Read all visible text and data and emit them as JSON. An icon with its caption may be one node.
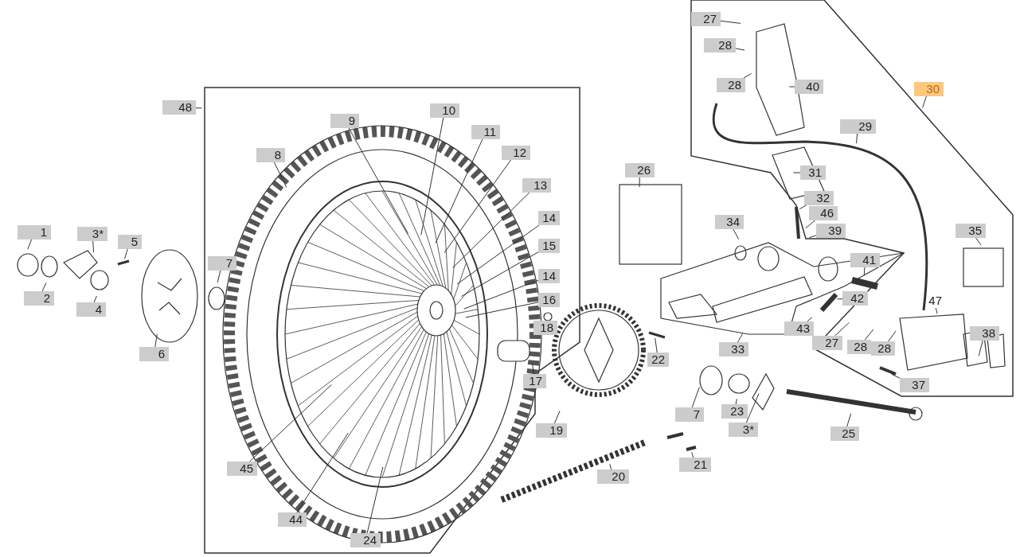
{
  "diagram": {
    "nodes": [
      {
        "text": [
          "27"
        ]
      },
      {
        "text": [
          "28"
        ]
      },
      {
        "text": [
          "28"
        ]
      },
      {
        "text": [
          "40"
        ]
      },
      {
        "text": [
          "30"
        ]
      },
      {
        "text": [
          "48"
        ]
      },
      {
        "text": [
          "10"
        ]
      },
      {
        "text": [
          "9"
        ]
      },
      {
        "text": [
          "29"
        ]
      },
      {
        "text": [
          "11"
        ]
      },
      {
        "text": [
          "12"
        ]
      },
      {
        "text": [
          "8"
        ]
      },
      {
        "text": [
          "26"
        ]
      },
      {
        "text": [
          "31"
        ]
      },
      {
        "text": [
          "13"
        ]
      },
      {
        "text": [
          "32"
        ]
      },
      {
        "text": [
          "46"
        ]
      },
      {
        "text": [
          "14"
        ]
      },
      {
        "text": [
          "34"
        ]
      },
      {
        "text": [
          "39"
        ]
      },
      {
        "text": [
          "35"
        ]
      },
      {
        "text": [
          "1"
        ]
      },
      {
        "text": [
          "3*"
        ]
      },
      {
        "text": [
          "5"
        ]
      },
      {
        "text": [
          "15"
        ]
      },
      {
        "text": [
          "41"
        ]
      },
      {
        "text": [
          "7"
        ]
      },
      {
        "text": [
          "14"
        ]
      },
      {
        "text": [
          "42"
        ]
      },
      {
        "text": [
          "2"
        ]
      },
      {
        "text": [
          "16"
        ]
      },
      {
        "text": [
          "47"
        ]
      },
      {
        "text": [
          "4"
        ]
      },
      {
        "text": [
          "43"
        ]
      },
      {
        "text": [
          "38"
        ]
      },
      {
        "text": [
          "27"
        ]
      },
      {
        "text": [
          "28"
        ]
      },
      {
        "text": [
          "28"
        ]
      },
      {
        "text": [
          "33"
        ]
      },
      {
        "text": [
          "6"
        ]
      },
      {
        "text": [
          "22"
        ]
      },
      {
        "text": [
          "17"
        ]
      },
      {
        "text": [
          "37"
        ]
      },
      {
        "text": [
          "7"
        ]
      },
      {
        "text": [
          "23"
        ]
      },
      {
        "text": [
          "3*"
        ]
      },
      {
        "text": [
          "19"
        ]
      },
      {
        "text": [
          "25"
        ]
      },
      {
        "text": [
          "21"
        ]
      },
      {
        "text": [
          "45"
        ]
      },
      {
        "text": [
          "20"
        ]
      },
      {
        "text": [
          "44"
        ]
      },
      {
        "text": [
          "24"
        ]
      },
      {
        "text": [
          "18"
        ]
      }
    ],
    "edges": [
      {
        "from": 0,
        "to": null,
        "arrow": "none"
      },
      {
        "from": 1,
        "to": null,
        "arrow": "none"
      },
      {
        "from": 2,
        "to": null,
        "arrow": "none"
      },
      {
        "from": 3,
        "to": null,
        "arrow": "none"
      },
      {
        "from": 4,
        "to": null,
        "arrow": "none"
      },
      {
        "from": 5,
        "to": null,
        "arrow": "none"
      },
      {
        "from": 6,
        "to": null,
        "arrow": "none"
      },
      {
        "from": 7,
        "to": null,
        "arrow": "none"
      },
      {
        "from": 8,
        "to": null,
        "arrow": "none"
      },
      {
        "from": 9,
        "to": null,
        "arrow": "none"
      },
      {
        "from": 10,
        "to": null,
        "arrow": "none"
      },
      {
        "from": 11,
        "to": null,
        "arrow": "none"
      },
      {
        "from": 12,
        "to": null,
        "arrow": "none"
      },
      {
        "from": 13,
        "to": null,
        "arrow": "none"
      },
      {
        "from": 14,
        "to": null,
        "arrow": "none"
      },
      {
        "from": 15,
        "to": null,
        "arrow": "none"
      },
      {
        "from": 16,
        "to": null,
        "arrow": "none"
      },
      {
        "from": 17,
        "to": null,
        "arrow": "none"
      },
      {
        "from": 18,
        "to": null,
        "arrow": "none"
      },
      {
        "from": 19,
        "to": null,
        "arrow": "none"
      },
      {
        "from": 20,
        "to": null,
        "arrow": "none"
      },
      {
        "from": 21,
        "to": null,
        "arrow": "none"
      },
      {
        "from": 22,
        "to": null,
        "arrow": "none"
      },
      {
        "from": 23,
        "to": null,
        "arrow": "none"
      },
      {
        "from": 24,
        "to": null,
        "arrow": "none"
      },
      {
        "from": 25,
        "to": null,
        "arrow": "none"
      },
      {
        "from": 26,
        "to": null,
        "arrow": "none"
      },
      {
        "from": 27,
        "to": null,
        "arrow": "none"
      },
      {
        "from": 28,
        "to": null,
        "arrow": "none"
      },
      {
        "from": 29,
        "to": null,
        "arrow": "none"
      },
      {
        "from": 30,
        "to": null,
        "arrow": "none"
      },
      {
        "from": 31,
        "to": null,
        "arrow": "none"
      },
      {
        "from": 32,
        "to": null,
        "arrow": "none"
      },
      {
        "from": 33,
        "to": null,
        "arrow": "none"
      },
      {
        "from": 34,
        "to": null,
        "arrow": "none"
      },
      {
        "from": 35,
        "to": null,
        "arrow": "none"
      },
      {
        "from": 36,
        "to": null,
        "arrow": "none"
      },
      {
        "from": 37,
        "to": null,
        "arrow": "none"
      },
      {
        "from": 38,
        "to": null,
        "arrow": "none"
      },
      {
        "from": 39,
        "to": null,
        "arrow": "none"
      },
      {
        "from": 40,
        "to": null,
        "arrow": "none"
      },
      {
        "from": 41,
        "to": null,
        "arrow": "none"
      },
      {
        "from": 42,
        "to": null,
        "arrow": "none"
      },
      {
        "from": 43,
        "to": null,
        "arrow": "none"
      },
      {
        "from": 44,
        "to": null,
        "arrow": "none"
      },
      {
        "from": 45,
        "to": null,
        "arrow": "none"
      },
      {
        "from": 46,
        "to": null,
        "arrow": "none"
      },
      {
        "from": 47,
        "to": null,
        "arrow": "none"
      },
      {
        "from": 48,
        "to": null,
        "arrow": "none"
      },
      {
        "from": 49,
        "to": null,
        "arrow": "none"
      },
      {
        "from": 50,
        "to": null,
        "arrow": "none"
      },
      {
        "from": 51,
        "to": null,
        "arrow": "none"
      },
      {
        "from": 52,
        "to": null,
        "arrow": "none"
      }
    ]
  }
}
